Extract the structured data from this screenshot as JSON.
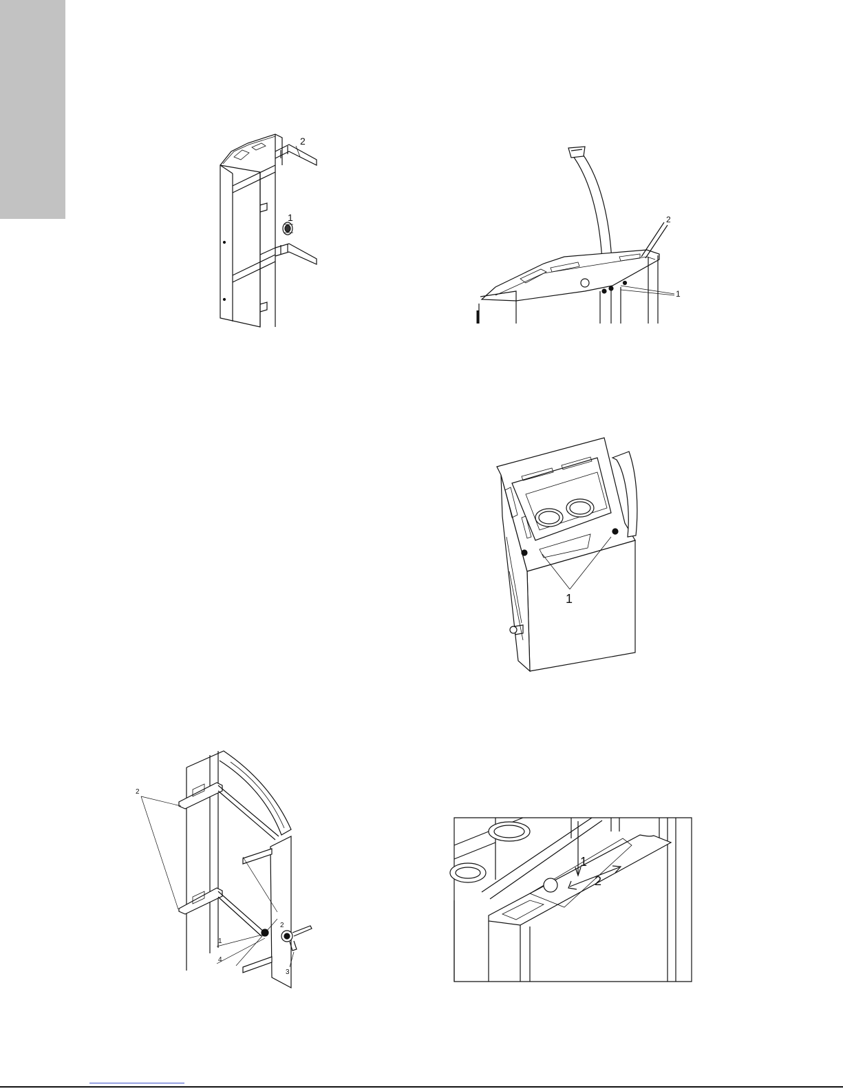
{
  "figures": {
    "fig1": {
      "callouts": [
        "1",
        "2"
      ]
    },
    "fig2": {
      "callouts": [
        "1",
        "2"
      ]
    },
    "fig3": {
      "callouts": [
        "1"
      ]
    },
    "fig4": {
      "callouts": [
        "1",
        "2",
        "2",
        "3",
        "4"
      ]
    },
    "fig5": {
      "callouts": [
        "1",
        "2"
      ]
    }
  }
}
